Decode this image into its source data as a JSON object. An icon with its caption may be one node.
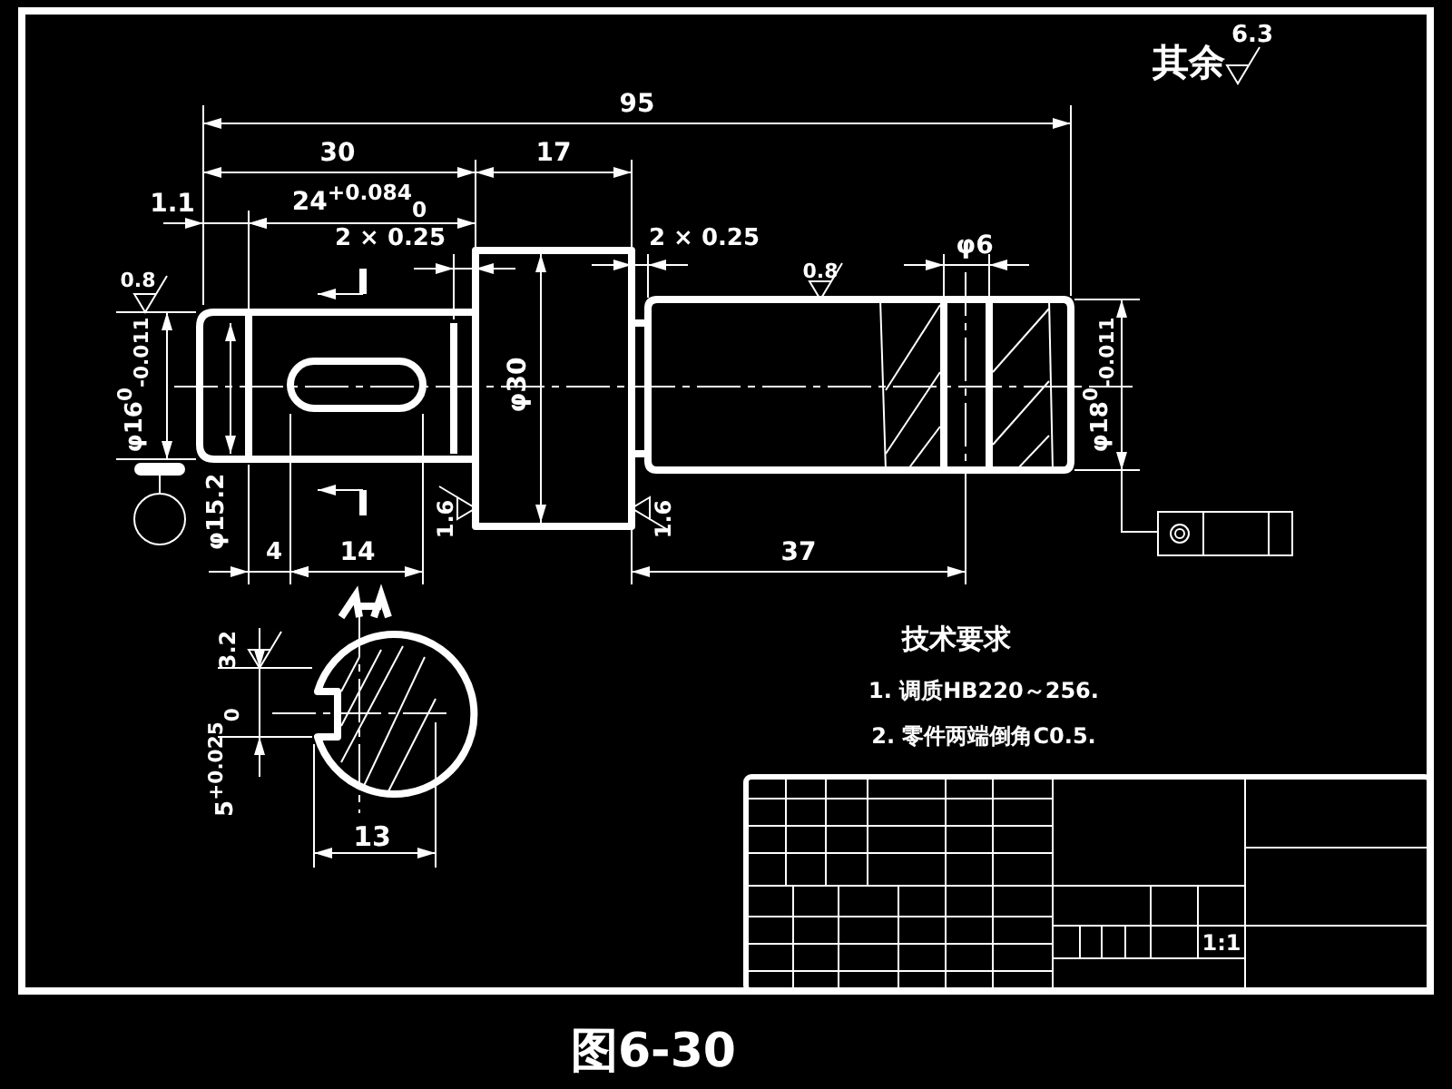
{
  "diagram": {
    "caption": "图6-30",
    "labels": [
      "其余",
      "6.3",
      "95",
      "30",
      "17",
      "1.1",
      "24$^{+0.084}$$_{0}$",
      "2 × 0.25",
      "2 × 0.25",
      "0.8",
      "φ6",
      "0.8",
      "φ16$^{0}$$_{-0.011}$",
      "φ30",
      "φ18$^{0}$$_{-0.011}$",
      "1.6",
      "1.6",
      "φ15.2",
      "4",
      "14",
      "37",
      "3.2",
      "5$^{+0.025}$$_{0}$",
      "13",
      "技术要求",
      "1. 调质HB220～256.",
      "2. 零件两端倒角C0.5.",
      "1:1"
    ]
  }
}
